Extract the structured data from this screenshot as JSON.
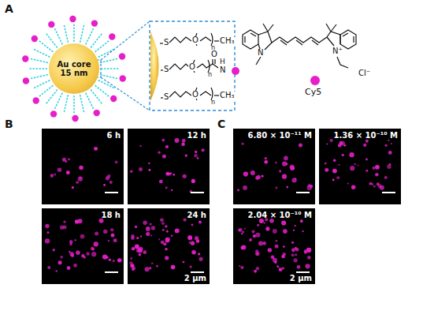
{
  "diagram": {
    "nodes": [
      {
        "text": [
          "Au core 15 nm"
        ]
      },
      {
        "text": [
          "6 h"
        ]
      },
      {
        "text": [
          "12 h"
        ]
      },
      {
        "text": [
          "18 h"
        ]
      },
      {
        "text": [
          "24 h",
          "2 μm"
        ]
      },
      {
        "text": [
          "6.80 × 10⁻¹¹ M"
        ]
      },
      {
        "text": [
          "1.36 × 10⁻¹⁰ M"
        ]
      },
      {
        "text": [
          "2.04 × 10⁻¹⁰ M",
          "2 μm"
        ]
      }
    ],
    "labels": [
      "A",
      "S",
      "O",
      "n",
      "CH₃",
      "S",
      "O",
      "n",
      "O",
      "H",
      "N",
      "S",
      "O",
      "n",
      "CH₃",
      "N",
      "N⁺",
      "Cl⁻",
      "Cy5",
      "B",
      "C"
    ]
  }
}
